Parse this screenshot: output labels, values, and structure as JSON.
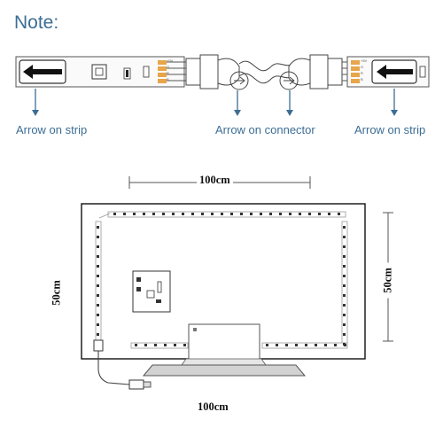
{
  "note": {
    "title": "Note:"
  },
  "captions": {
    "left": "Arrow on strip",
    "middle": "Arrow on connector",
    "right": "Arrow on strip"
  },
  "pins": [
    "+5V",
    "G",
    "R",
    "B"
  ],
  "dimensions": {
    "top_width": "100cm",
    "bottom_width": "100cm",
    "left_height": "50cm",
    "right_height": "50cm"
  },
  "colors": {
    "caption": "#3c6d95",
    "arrow": "#3c6d95",
    "pad": "#e8a54a",
    "outline": "#444444"
  }
}
